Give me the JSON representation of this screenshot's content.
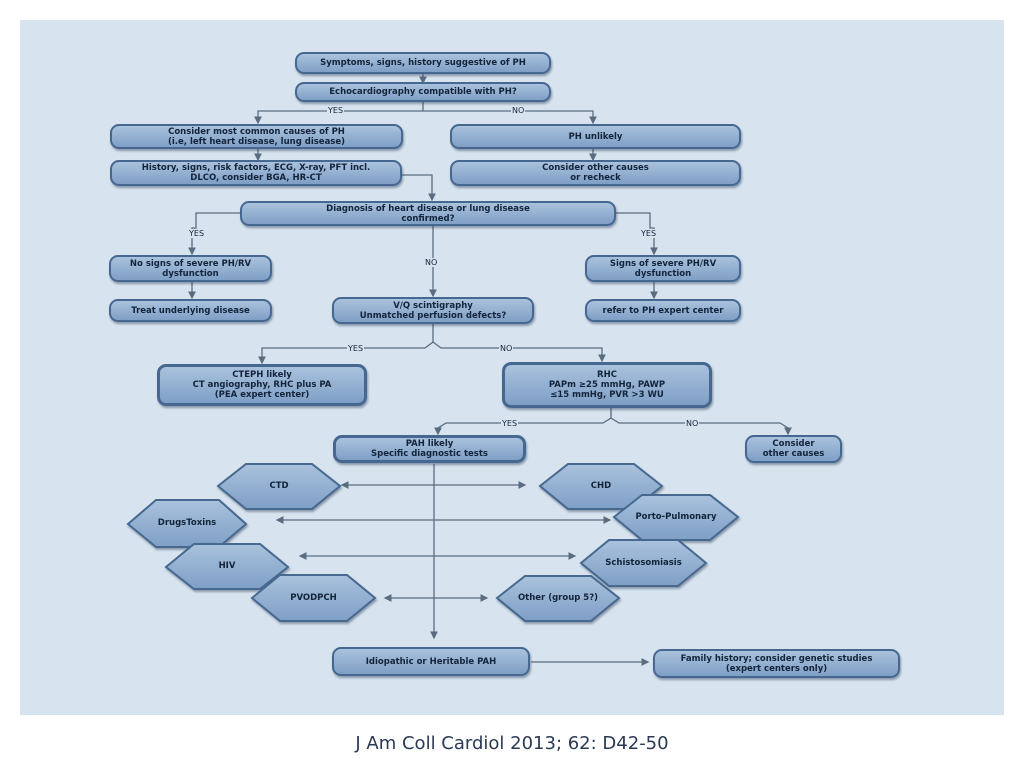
{
  "nodes": {
    "symptoms": [
      "Symptoms, signs, history suggestive of PH"
    ],
    "echo": [
      "Echocardiography compatible with PH?"
    ],
    "common_causes": [
      "Consider most common causes of PH",
      "(i.e, left heart disease, lung disease)"
    ],
    "ph_unlikely": [
      "PH unlikely"
    ],
    "history": [
      "History, signs, risk factors, ECG, X-ray, PFT incl.",
      "DLCO, consider BGA, HR-CT"
    ],
    "other_causes_recheck": [
      "Consider other causes",
      "or recheck"
    ],
    "diagnosis": [
      "Diagnosis of heart disease or lung disease",
      "confirmed?"
    ],
    "no_severe": [
      "No signs of severe PH/RV",
      "dysfunction"
    ],
    "signs_severe": [
      "Signs of severe PH/RV",
      "dysfunction"
    ],
    "treat": [
      "Treat underlying disease"
    ],
    "vq": [
      "V/Q scintigraphy",
      "Unmatched perfusion defects?"
    ],
    "refer": [
      "refer to PH expert center"
    ],
    "cteph": [
      "CTEPH likely",
      "CT angiography, RHC plus PA",
      "(PEA expert center)"
    ],
    "rhc": [
      "RHC",
      "PAPm ≥25 mmHg, PAWP",
      "≤15 mmHg, PVR >3 WU"
    ],
    "pah": [
      "PAH likely",
      "Specific diagnostic tests"
    ],
    "consider_other": [
      "Consider",
      "other causes"
    ],
    "idiopathic": [
      "Idiopathic or Heritable PAH"
    ],
    "family": [
      "Family history; consider genetic studies",
      "(expert centers only)"
    ]
  },
  "diamonds": {
    "ctd": [
      "CTD"
    ],
    "chd": [
      "CHD"
    ],
    "drugs": [
      "Drugs",
      "Toxins"
    ],
    "porto": [
      "Porto-",
      "Pulmonary"
    ],
    "hiv": [
      "HIV"
    ],
    "schisto": [
      "Schistosomiasis"
    ],
    "pvod": [
      "PVOD",
      "PCH"
    ],
    "other5": [
      "Other (group 5?)"
    ]
  },
  "labels": {
    "yes": "YES",
    "no": "NO"
  },
  "citation": "J Am Coll Cardiol 2013; 62: D42-50"
}
